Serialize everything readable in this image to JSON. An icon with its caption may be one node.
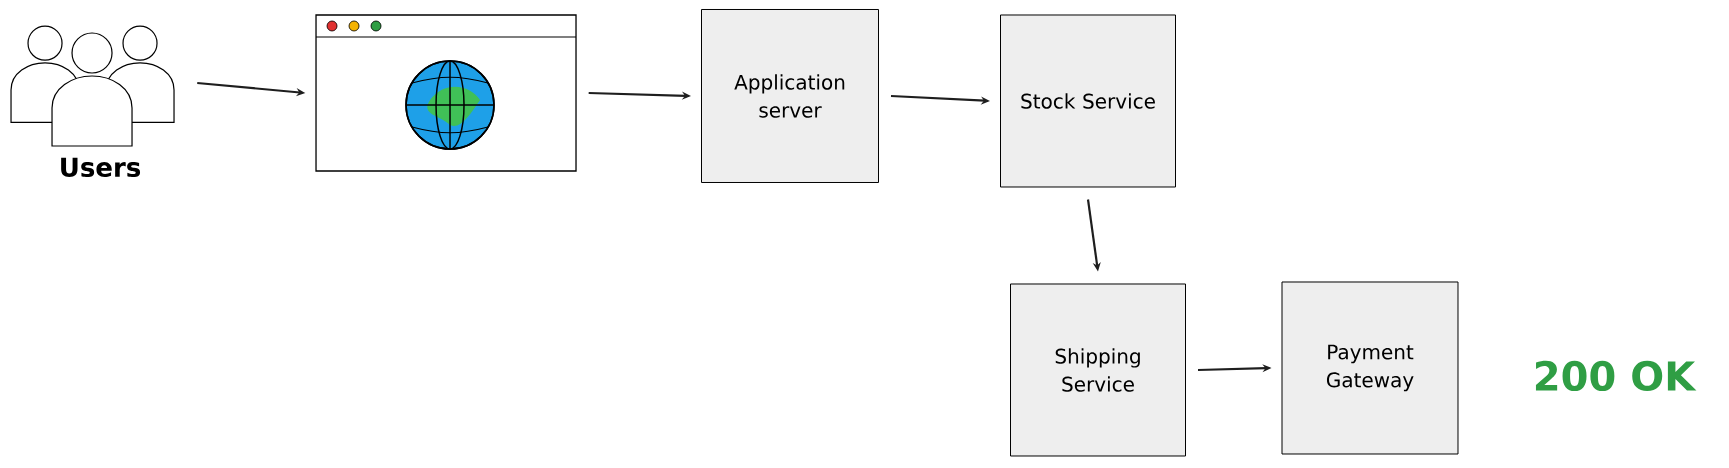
{
  "diagram": {
    "nodes": [
      {
        "text": [
          "Users"
        ]
      },
      {
        "text": [],
        "shape": "picture"
      },
      {
        "text": [
          "Application server"
        ]
      },
      {
        "text": [
          "Stock Service"
        ]
      },
      {
        "text": [
          "Shipping Service"
        ]
      },
      {
        "text": [
          "Payment Gateway"
        ]
      }
    ],
    "edges": [
      {
        "from": 0,
        "to": 1,
        "arrow": "to"
      },
      {
        "from": 1,
        "to": 2,
        "arrow": "to"
      },
      {
        "from": 2,
        "to": 3,
        "arrow": "to"
      },
      {
        "from": 3,
        "to": 4,
        "arrow": "to"
      },
      {
        "from": 4,
        "to": 5,
        "arrow": "to"
      }
    ],
    "labels": [
      "200 OK"
    ]
  }
}
